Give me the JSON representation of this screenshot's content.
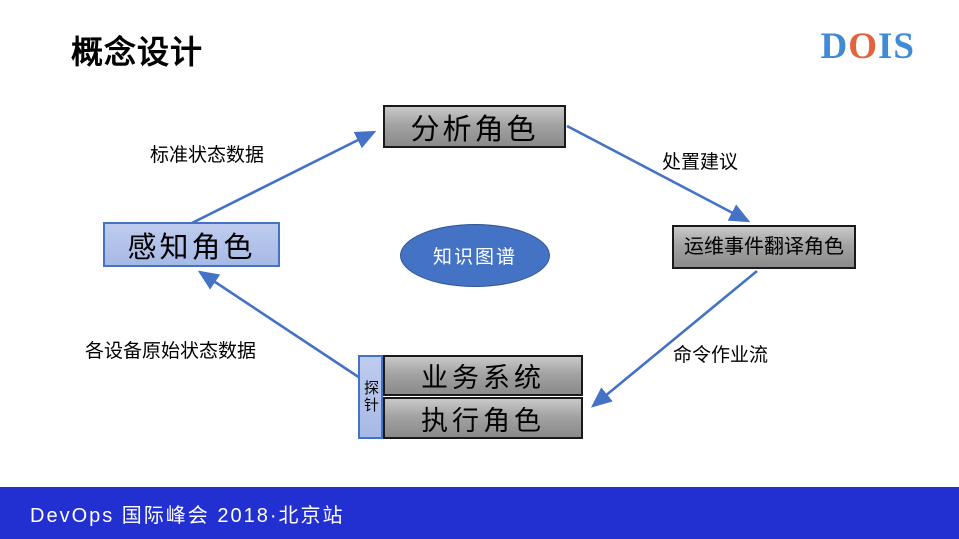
{
  "slide": {
    "title": "概念设计",
    "logo": {
      "d": "D",
      "o": "O",
      "is": "IS"
    },
    "footer_text": "DevOps 国际峰会 2018·北京站"
  },
  "diagram": {
    "nodes": {
      "analysis": "分析角色",
      "perception": "感知角色",
      "translation": "运维事件翻译角色",
      "knowledge": "知识图谱",
      "probe": "探针",
      "business": "业务系统",
      "execution": "执行角色"
    },
    "edges": [
      {
        "from": "perception",
        "to": "analysis",
        "label": "标准状态数据"
      },
      {
        "from": "analysis",
        "to": "translation",
        "label": "处置建议"
      },
      {
        "from": "translation",
        "to": "execution",
        "label": "命令作业流"
      },
      {
        "from": "probe",
        "to": "perception",
        "label": "各设备原始状态数据"
      }
    ],
    "colors": {
      "arrow": "#4472c4",
      "gray_box_top": "#c9c9c9",
      "gray_box_bottom": "#8a8a8a",
      "blue_box_fill": "#a6bae6",
      "blue_box_border": "#4472c4",
      "ellipse_fill": "#4472c4",
      "footer_bar": "#2230d2",
      "logo_blue": "#3f8cd5",
      "logo_orange": "#e2633c"
    }
  }
}
